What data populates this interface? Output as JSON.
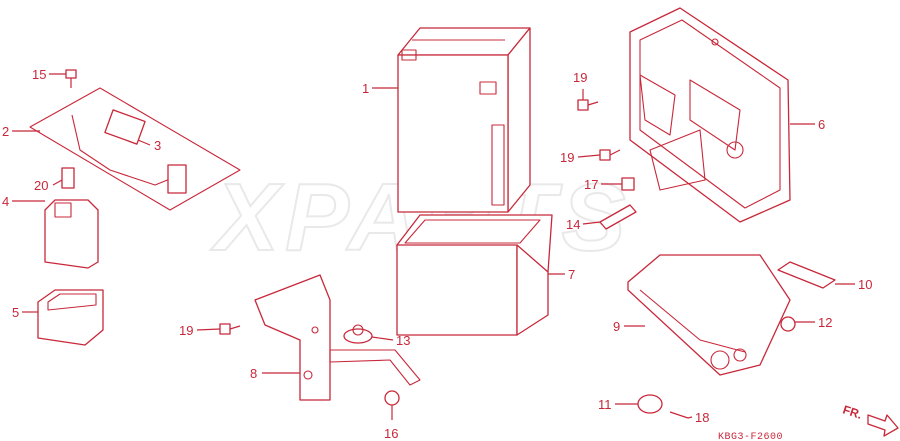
{
  "watermark": "XPARTS",
  "diagram_code": "KBG3-F2600",
  "direction_label": "FR.",
  "callouts": [
    {
      "id": "1",
      "label": "1"
    },
    {
      "id": "2",
      "label": "2"
    },
    {
      "id": "3",
      "label": "3"
    },
    {
      "id": "4",
      "label": "4"
    },
    {
      "id": "5",
      "label": "5"
    },
    {
      "id": "6",
      "label": "6"
    },
    {
      "id": "7",
      "label": "7"
    },
    {
      "id": "8",
      "label": "8"
    },
    {
      "id": "9",
      "label": "9"
    },
    {
      "id": "10",
      "label": "10"
    },
    {
      "id": "11",
      "label": "11"
    },
    {
      "id": "12",
      "label": "12"
    },
    {
      "id": "13",
      "label": "13"
    },
    {
      "id": "14",
      "label": "14"
    },
    {
      "id": "15",
      "label": "15"
    },
    {
      "id": "16",
      "label": "16"
    },
    {
      "id": "17",
      "label": "17"
    },
    {
      "id": "18",
      "label": "18"
    },
    {
      "id": "19a",
      "label": "19"
    },
    {
      "id": "19b",
      "label": "19"
    },
    {
      "id": "19c",
      "label": "19"
    },
    {
      "id": "20",
      "label": "20"
    }
  ],
  "colors": {
    "ink": "#c8283a",
    "watermark": "#e9e9e9",
    "background": "#ffffff"
  }
}
